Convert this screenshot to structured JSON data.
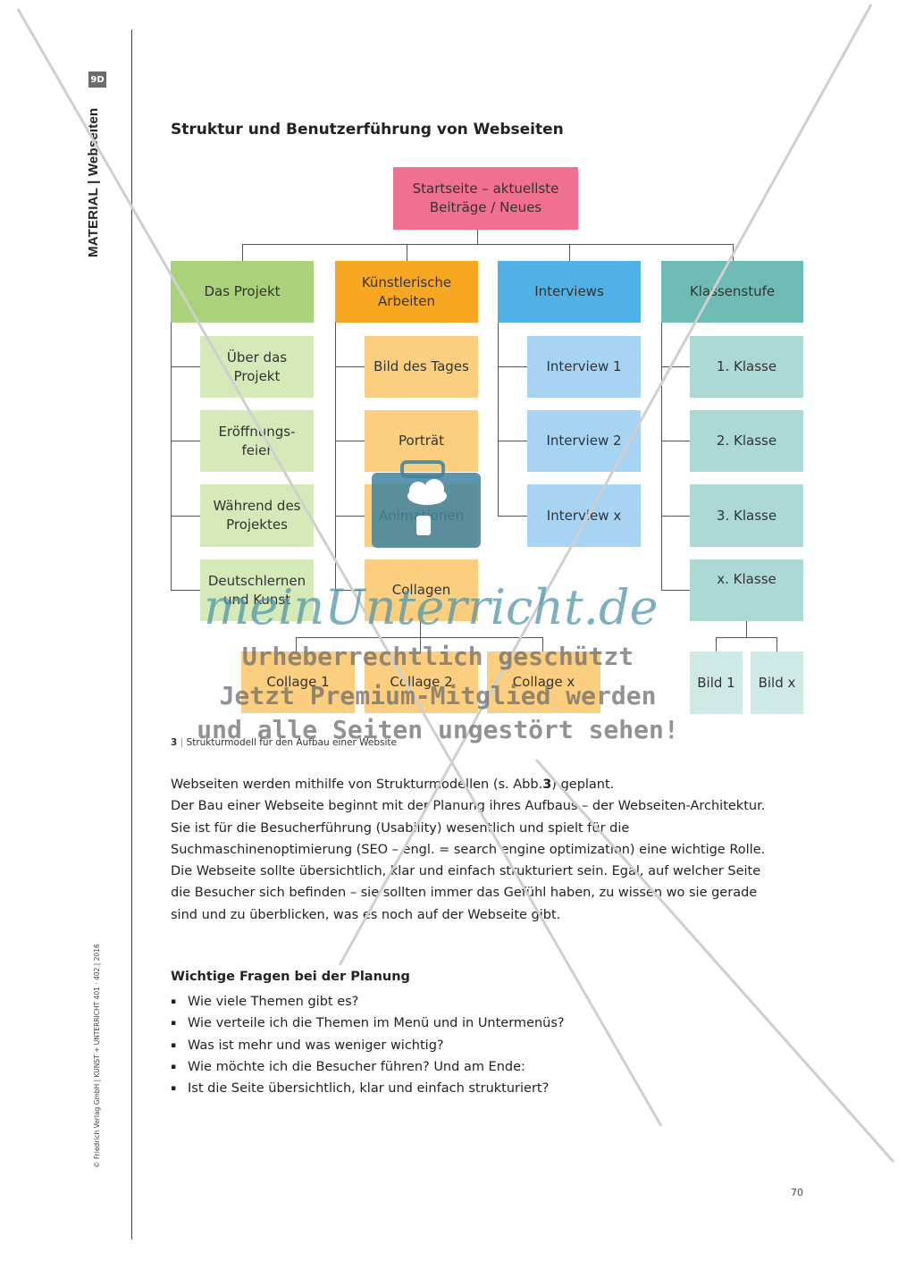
{
  "margin": {
    "badge": "9D",
    "section_label": "MATERIAL | Webseiten",
    "copyright": "© Friedrich Verlag GmbH | KUNST + UNTERRICHT 401 · 402 | 2016"
  },
  "title": "Struktur und Benutzerführung von Webseiten",
  "diagram": {
    "root": "Startseite – aktuellste Beiträge / Neues",
    "columns": [
      {
        "label": "Das Projekt",
        "color": "#a9d27a",
        "child_color": "#d5eab8",
        "children": [
          "Über das Projekt",
          "Eröffnungs-feier",
          "Während des Projektes",
          "Deutschlernen und Kunst"
        ]
      },
      {
        "label": "Künstlerische Arbeiten",
        "color": "#f7a722",
        "child_color": "#fbcf7f",
        "children": [
          "Bild des Tages",
          "Porträt",
          "Animationen",
          "Collagen"
        ],
        "sub": [
          "Collage 1",
          "Collage 2",
          "Collage x"
        ]
      },
      {
        "label": "Interviews",
        "color": "#4fb1e5",
        "child_color": "#a6d4f2",
        "children": [
          "Interview 1",
          "Interview 2",
          "Interview x"
        ]
      },
      {
        "label": "Klassenstufe",
        "color": "#6fbcb7",
        "child_color": "#acd8d5",
        "children": [
          "1. Klasse",
          "2. Klasse",
          "3. Klasse",
          "x. Klasse"
        ],
        "sub": [
          "Bild 1",
          "Bild x"
        ]
      }
    ],
    "root_color": "#f07090"
  },
  "caption": {
    "num": "3",
    "text": "Strukturmodell für den Aufbau einer Website"
  },
  "body": {
    "p1_pre": "Webseiten werden mithilfe von Strukturmodellen (s. Abb.",
    "p1_num": "3",
    "p1_post": ") geplant.",
    "p2": "Der Bau einer Webseite beginnt mit der Planung ihres Aufbaus – der Webseiten-Architektur.",
    "p3": "Sie ist für die Besucherführung (Usability) wesentlich und spielt für die Suchmaschinenoptimierung (SEO – engl. = search engine optimization) eine wichtige Rolle.",
    "p4": "Die Webseite sollte übersichtlich, klar und einfach strukturiert sein. Egal, auf welcher Seite die Besucher sich befinden – sie sollten immer das Gefühl haben, zu wissen wo sie gerade sind und zu überblicken, was es noch auf der Webseite gibt."
  },
  "questions": {
    "heading": "Wichtige Fragen bei der Planung",
    "items": [
      "Wie viele Themen gibt es?",
      "Wie verteile ich die Themen im Menü und in Untermenüs?",
      "Was ist mehr und was weniger wichtig?",
      "Wie möchte ich die Besucher führen? Und am Ende:",
      "Ist die Seite übersichtlich, klar und einfach strukturiert?"
    ]
  },
  "page_number": "70",
  "watermark": {
    "logo": "meinUnterricht.de",
    "line1": "Urheberrechtlich geschützt",
    "line2": "Jetzt Premium-Mitglied werden",
    "line3": "und alle Seiten ungestört sehen!"
  }
}
